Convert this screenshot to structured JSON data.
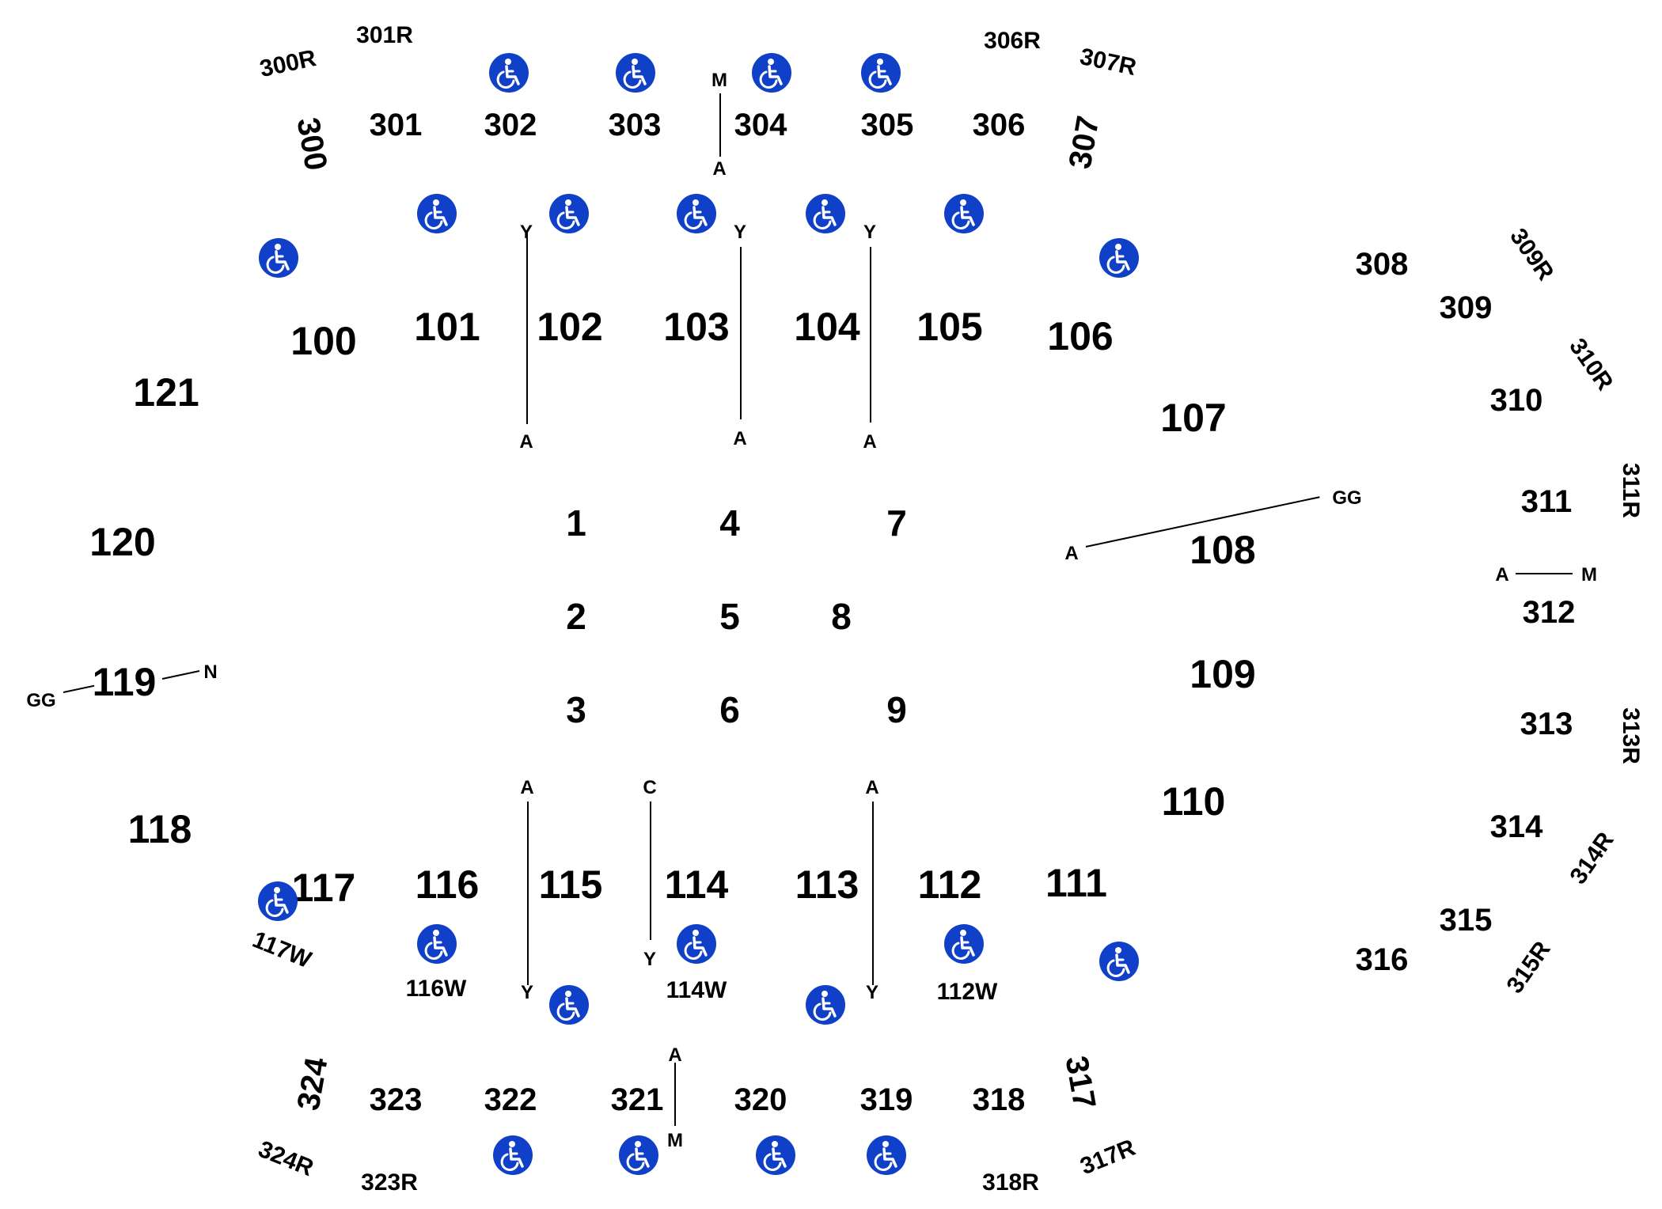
{
  "colors": {
    "accessible_icon": "#1140c8",
    "text": "#000000",
    "background": "#ffffff"
  },
  "icon": "wheelchair-accessible-icon",
  "sections_100": {
    "s100": "100",
    "s101": "101",
    "s102": "102",
    "s103": "103",
    "s104": "104",
    "s105": "105",
    "s106": "106",
    "s107": "107",
    "s108": "108",
    "s109": "109",
    "s110": "110",
    "s111": "111",
    "s112": "112",
    "s113": "113",
    "s114": "114",
    "s115": "115",
    "s116": "116",
    "s117": "117",
    "s118": "118",
    "s119": "119",
    "s120": "120",
    "s121": "121"
  },
  "floor_sections": {
    "f1": "1",
    "f2": "2",
    "f3": "3",
    "f4": "4",
    "f5": "5",
    "f6": "6",
    "f7": "7",
    "f8": "8",
    "f9": "9"
  },
  "sections_300": {
    "s300": "300",
    "s301": "301",
    "s302": "302",
    "s303": "303",
    "s304": "304",
    "s305": "305",
    "s306": "306",
    "s307": "307",
    "s308": "308",
    "s309": "309",
    "s310": "310",
    "s311": "311",
    "s312": "312",
    "s313": "313",
    "s314": "314",
    "s315": "315",
    "s316": "316",
    "s317": "317",
    "s318": "318",
    "s319": "319",
    "s320": "320",
    "s321": "321",
    "s322": "322",
    "s323": "323",
    "s324": "324"
  },
  "rail_labels": {
    "r300": "300R",
    "r301": "301R",
    "r306": "306R",
    "r307": "307R",
    "r309": "309R",
    "r310": "310R",
    "r311": "311R",
    "r313": "313R",
    "r314": "314R",
    "r315": "315R",
    "r317": "317R",
    "r318": "318R",
    "r323": "323R",
    "r324": "324R"
  },
  "wheelchair_labels": {
    "w117": "117W",
    "w116": "116W",
    "w114": "114W",
    "w112": "112W"
  },
  "row_letters": {
    "a": "A",
    "y": "Y",
    "m": "M",
    "c": "C",
    "n": "N",
    "gg": "GG"
  }
}
